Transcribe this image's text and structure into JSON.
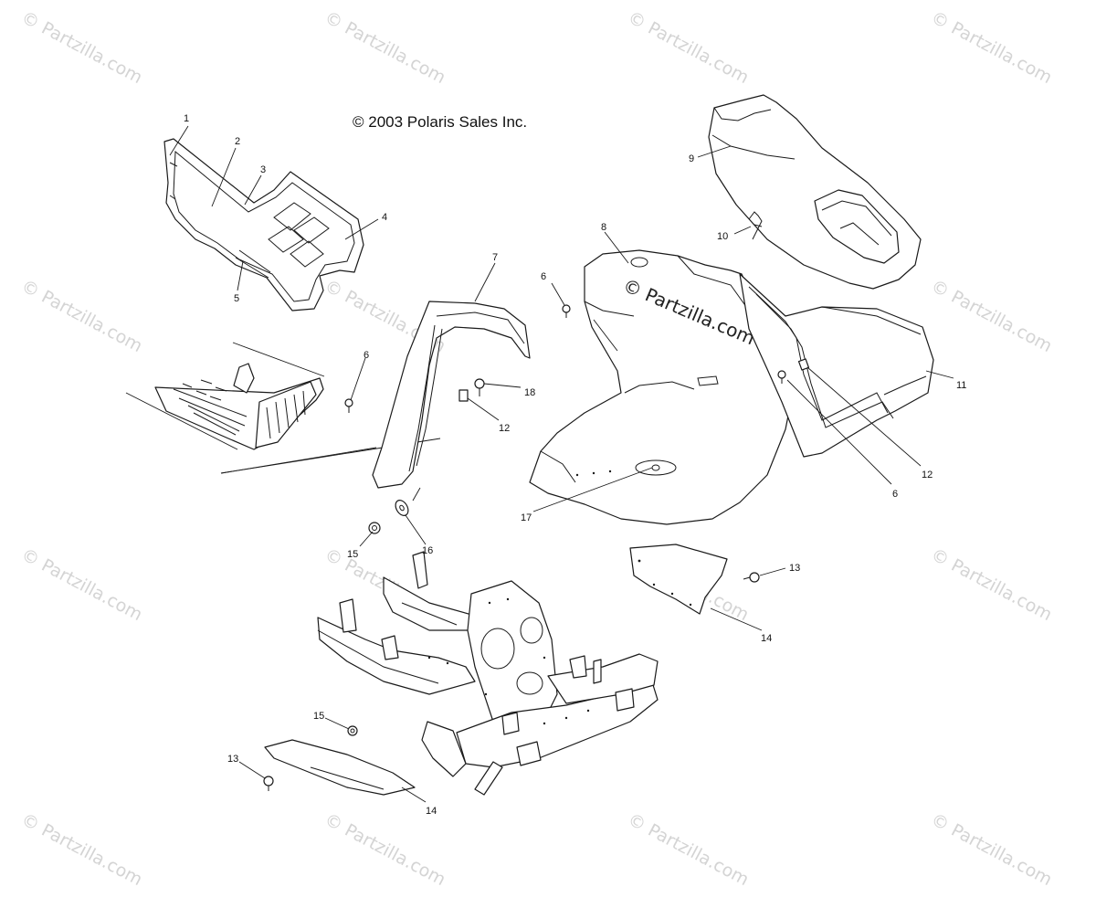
{
  "copyright": "© 2003 Polaris Sales Inc.",
  "center_mark": "© Partzilla.com",
  "watermark_text": "© Partzilla.com",
  "callouts": [
    "1",
    "2",
    "3",
    "4",
    "5",
    "6",
    "7",
    "8",
    "9",
    "10",
    "11",
    "12",
    "18",
    "6",
    "12",
    "17",
    "6",
    "15",
    "16",
    "13",
    "14",
    "15",
    "13",
    "14"
  ],
  "colors": {
    "line": "#1a1a1a",
    "watermark": "#d4d4d4",
    "background": "#ffffff"
  }
}
